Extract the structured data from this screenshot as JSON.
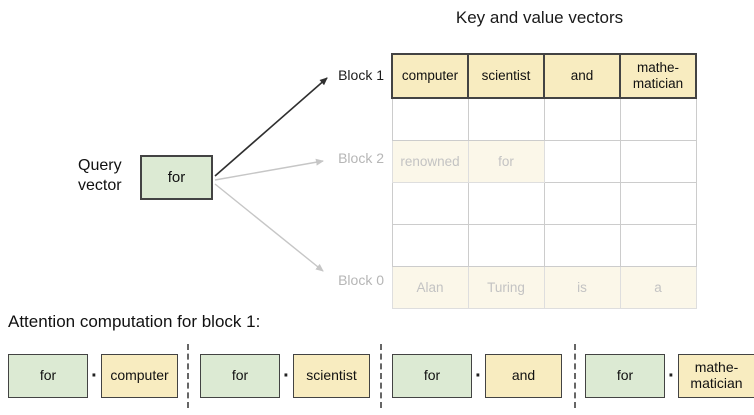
{
  "colors": {
    "green_fill": "#dcead3",
    "yellow_fill": "#f8ecc0",
    "yellow_faded": "#fbf7e9",
    "border_dark": "#434343",
    "grid_light": "#cccccc",
    "faded_text": "#c3c3c3",
    "gray_label": "#b6b6b6",
    "arrow_dark": "#2f2f2f",
    "arrow_gray": "#c6c6c6"
  },
  "kv": {
    "title": "Key and value vectors",
    "block_labels": [
      {
        "label": "Block 1",
        "state": "active"
      },
      {
        "label": "Block 2",
        "state": "faded"
      },
      {
        "label": "Block 0",
        "state": "faded"
      }
    ],
    "rows": [
      [
        "computer",
        "scientist",
        "and",
        "mathe-\nmatician"
      ],
      [
        "",
        "",
        "",
        ""
      ],
      [
        "renowned",
        "for",
        "",
        ""
      ],
      [
        "",
        "",
        "",
        ""
      ],
      [
        "",
        "",
        "",
        ""
      ],
      [
        "Alan",
        "Turing",
        "is",
        "a"
      ]
    ]
  },
  "query": {
    "label_line1": "Query",
    "label_line2": "vector",
    "vector_word": "for"
  },
  "attention": {
    "heading": "Attention computation for block 1:",
    "operator": "·",
    "pairs": [
      {
        "q": "for",
        "k": "computer"
      },
      {
        "q": "for",
        "k": "scientist"
      },
      {
        "q": "for",
        "k": "and"
      },
      {
        "q": "for",
        "k": "mathe-\nmatician"
      }
    ]
  }
}
